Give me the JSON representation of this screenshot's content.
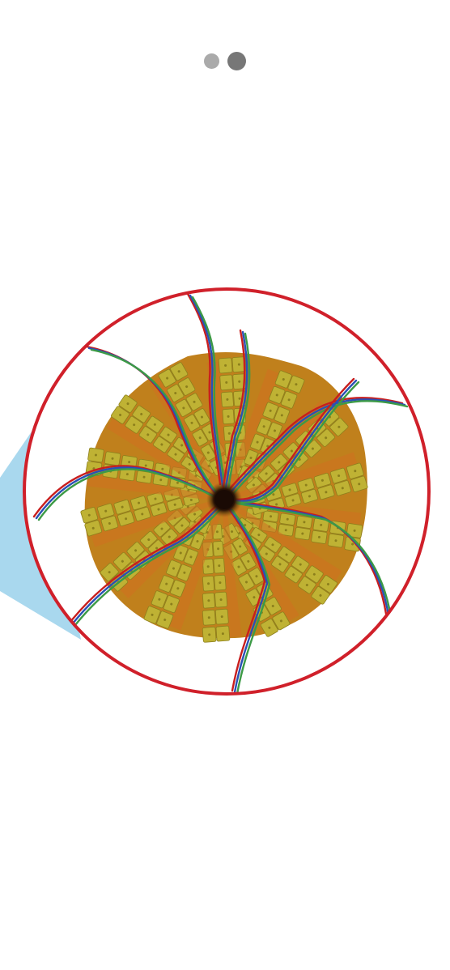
{
  "pager": {
    "count": 2,
    "active_index": 1,
    "dot_color_inactive": "#aaaaaa",
    "dot_color_active": "#777777"
  },
  "image": {
    "icon": "liver-lobule-illustration",
    "colors": {
      "ring": "#d0202a",
      "callout": "#a9d8ee",
      "tissue": "#c0801c",
      "cells": "#bfb234",
      "cell_dark": "#8c7f1c",
      "sinusoid": "#d07020",
      "central_vein": "#1a0a04",
      "vessel_red": "#c81e1e",
      "vessel_blue": "#2a50b4",
      "vessel_green": "#3c9a46"
    }
  }
}
